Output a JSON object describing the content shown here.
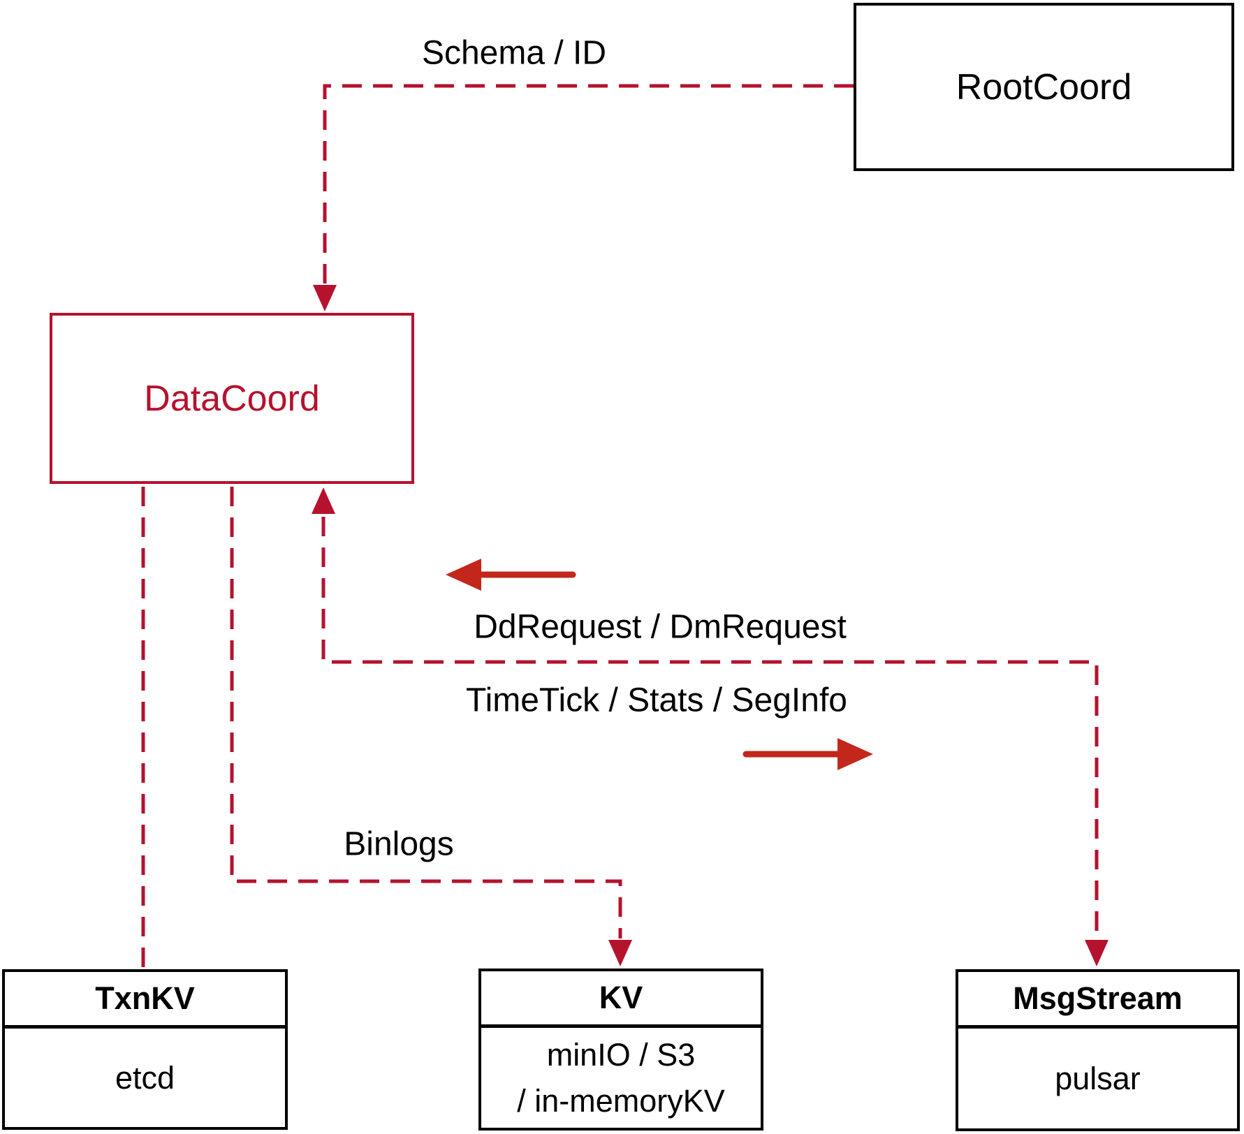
{
  "nodes": {
    "rootcoord": {
      "label": "RootCoord"
    },
    "datacoord": {
      "label": "DataCoord"
    },
    "txnkv": {
      "label": "TxnKV",
      "impl": "etcd"
    },
    "kv": {
      "label": "KV",
      "impl_line1": "minIO / S3",
      "impl_line2": "/ in-memoryKV"
    },
    "msgstream": {
      "label": "MsgStream",
      "impl": "pulsar"
    }
  },
  "edges": {
    "schema_id": {
      "label": "Schema / ID"
    },
    "dd_dm_request": {
      "label": "DdRequest / DmRequest"
    },
    "timetick_stats_seginfo": {
      "label": "TimeTick / Stats / SegInfo"
    },
    "binlogs": {
      "label": "Binlogs"
    }
  },
  "colors": {
    "dashed_line": "#b5122e",
    "solid_arrow": "#c3271b",
    "box_border_black": "#000000",
    "datacoord_accent": "#b5122e"
  }
}
